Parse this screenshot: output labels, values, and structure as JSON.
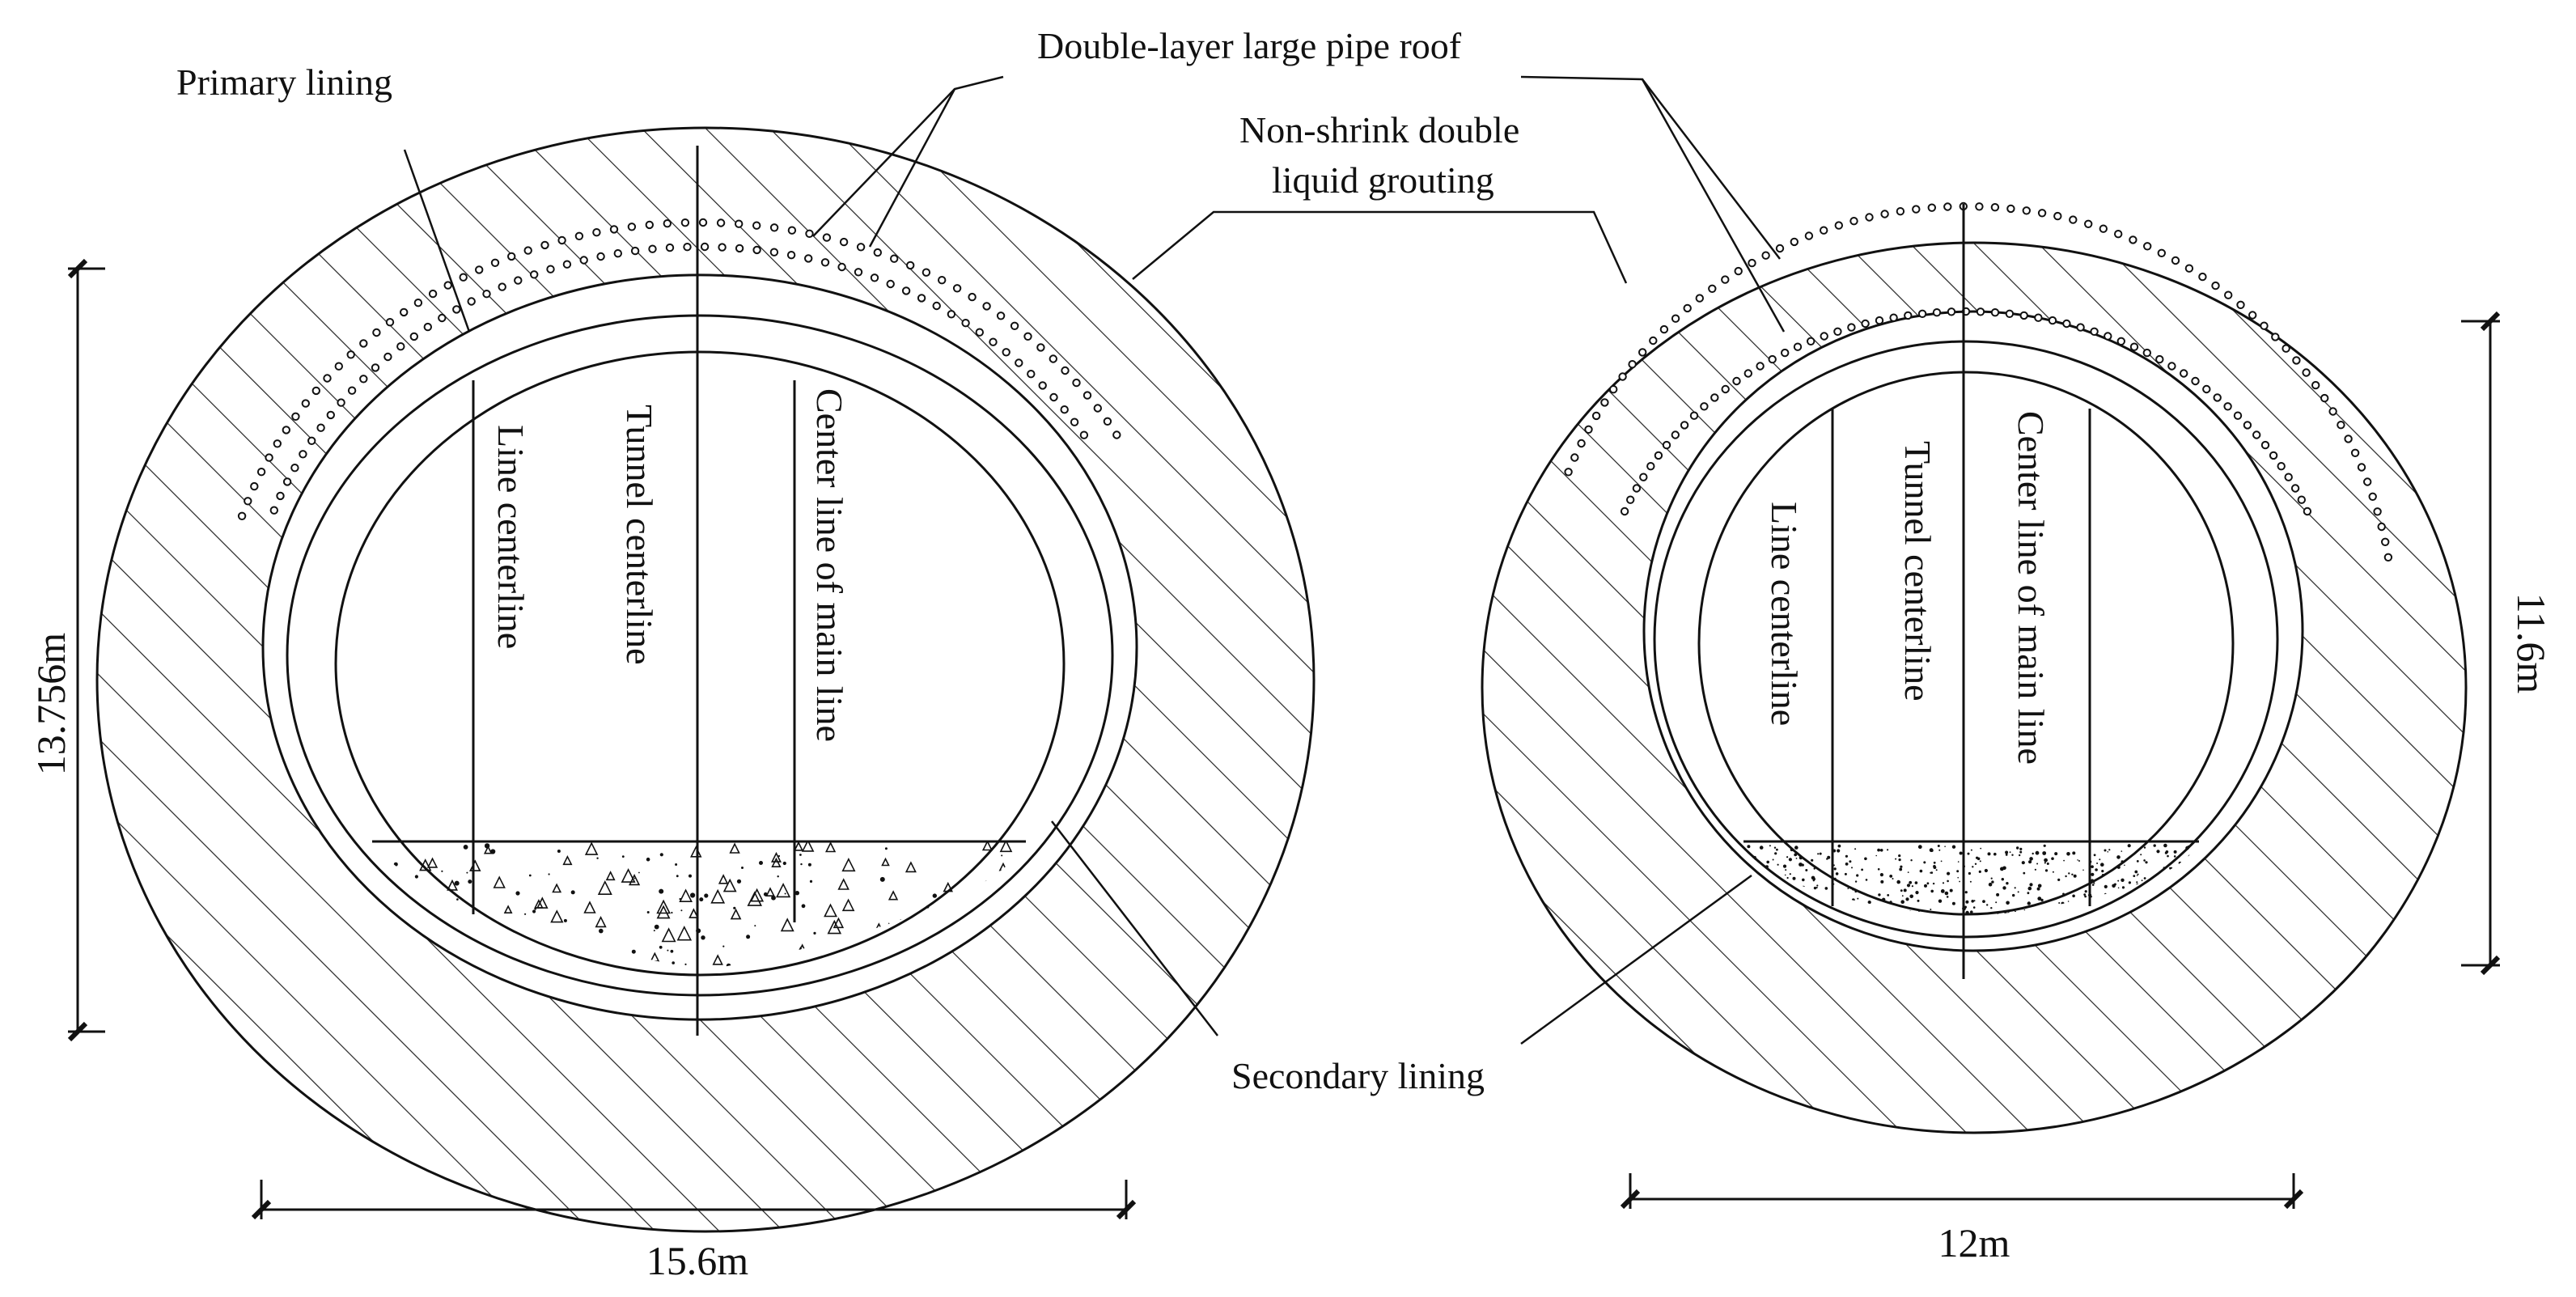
{
  "labels": {
    "primary_lining": "Primary lining",
    "pipe_roof": "Double-layer large pipe roof",
    "grouting_line1": "Non-shrink double",
    "grouting_line2": "liquid grouting",
    "secondary_lining": "Secondary lining"
  },
  "left_section": {
    "height": "13.756m",
    "width": "15.6m",
    "line_centerline": "Line centerline",
    "tunnel_centerline": "Tunnel centerline",
    "main_line_centerline": "Center line of main line"
  },
  "right_section": {
    "height": "11.6m",
    "width": "12m",
    "line_centerline": "Line centerline",
    "tunnel_centerline": "Tunnel centerline",
    "main_line_centerline": "Center line of main line"
  },
  "colors": {
    "line": "#111111",
    "background": "#ffffff"
  }
}
